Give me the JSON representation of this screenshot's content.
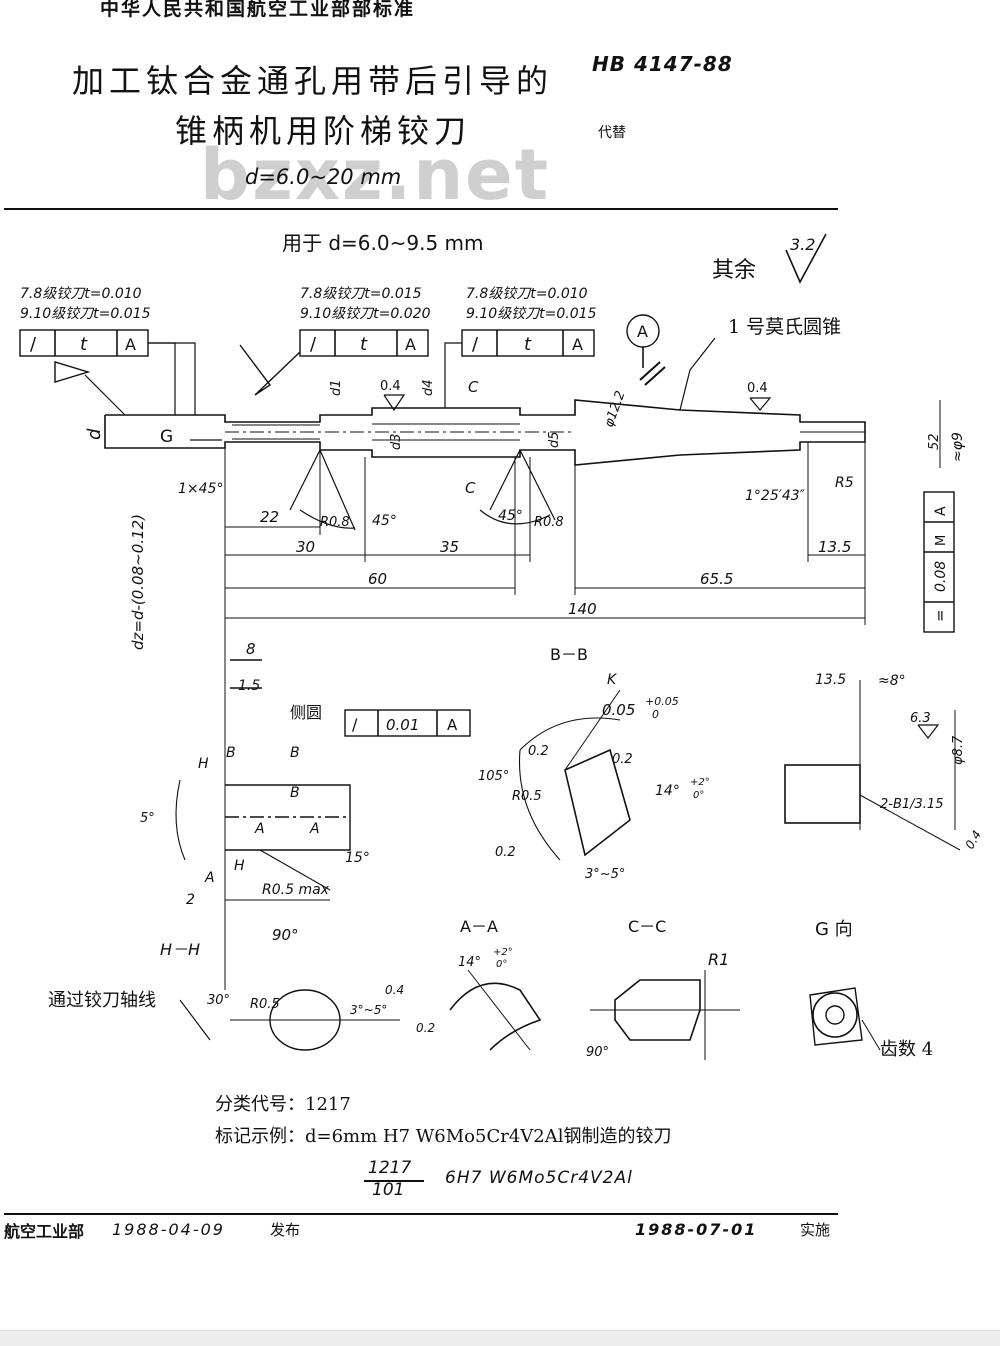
{
  "header": {
    "standard_org": "中华人民共和国航空工业部部标准",
    "title_line1": "加工钛合金通孔用带后引导的",
    "title_line2": "锥柄机用阶梯铰刀",
    "standard_number": "HB 4147-88",
    "replaces": "代替",
    "diameter_range": "d=6.0~20 mm",
    "watermark": "bzxz.net"
  },
  "drawing": {
    "applies_to": "用于 d=6.0~9.5 mm",
    "rest_label": "其余",
    "rest_roughness": "3.2",
    "tol_left_1": "7.8级铰刀t=0.010",
    "tol_left_2": "9.10级铰刀t=0.015",
    "tol_mid_1": "7.8级铰刀t=0.015",
    "tol_mid_2": "9.10级铰刀t=0.020",
    "tol_right_1": "7.8级铰刀t=0.010",
    "tol_right_2": "9.10级铰刀t=0.015",
    "fcf_symbol": "/",
    "fcf_t": "t",
    "fcf_datum": "A",
    "morse_label": "1 号莫氏圆锥",
    "datum_circle": "A",
    "d_label": "d",
    "d1": "d1",
    "d3": "d3",
    "d4": "d4",
    "d5": "d5",
    "phi122": "φ12.2",
    "rough04": "0.4",
    "rough04b": "0.4",
    "g_label": "G",
    "c_top": "C",
    "c_bot": "C",
    "chamfer": "1×45°",
    "r08a": "R0.8",
    "r08b": "R0.8",
    "ang45a": "45°",
    "ang45b": "45°",
    "taper": "1°25′43″",
    "r5": "R5",
    "d22": "22",
    "d30": "30",
    "d35": "35",
    "d60": "60",
    "d655": "65.5",
    "d135": "13.5",
    "d140": "140",
    "d52": "52",
    "phi9": "≈φ9",
    "dz_formula": "dz=d-(0.08~0.12)",
    "right_fcf_1": "=",
    "right_fcf_2": "0.08",
    "right_fcf_m": "M",
    "right_fcf_3": "A",
    "d8": "8",
    "d15": "1.5",
    "side_circle": "侧圆",
    "side_tol_sym": "/",
    "side_tol": "0.01",
    "side_tol_a": "A",
    "h_label": "H",
    "b_label": "B",
    "a_label": "A",
    "ang15": "15°",
    "ang5": "5°",
    "d2": "2",
    "r05max": "R0.5 max",
    "ang90": "90°",
    "bb_title": "B－B",
    "k_label": "K",
    "k_tol": "0.05",
    "k_tol_upper": "+0.05",
    "k_tol_lower": "0",
    "ang105": "105°",
    "r05": "R0.5",
    "rough02": "0.2",
    "ang14": "14°",
    "ang14_tol_upper": "+2°",
    "ang14_tol_lower": "0°",
    "ang35": "3°~5°",
    "d135b": "13.5",
    "ang8": "≈8°",
    "rough63": "6.3",
    "phi87": "φ8.7",
    "center_hole": "2-B1/3.15",
    "hh_title": "H－H",
    "axis_note": "通过铰刀轴线",
    "ang30": "30°",
    "aa_title": "A－A",
    "cc_title": "C－C",
    "r1": "R1",
    "g_view": "G 向",
    "teeth": "齿数 4"
  },
  "notes": {
    "classification": "分类代号：1217",
    "marking_example": "标记示例：d=6mm H7 W6Mo5Cr4V2Al钢制造的铰刀",
    "marking_numerator": "1217",
    "marking_denominator": "101",
    "marking_rest": "6H7 W6Mo5Cr4V2Al"
  },
  "footer": {
    "issuer": "航空工业部",
    "issue_date": "1988-04-09",
    "issue_word": "发布",
    "impl_date": "1988-07-01",
    "impl_word": "实施"
  }
}
